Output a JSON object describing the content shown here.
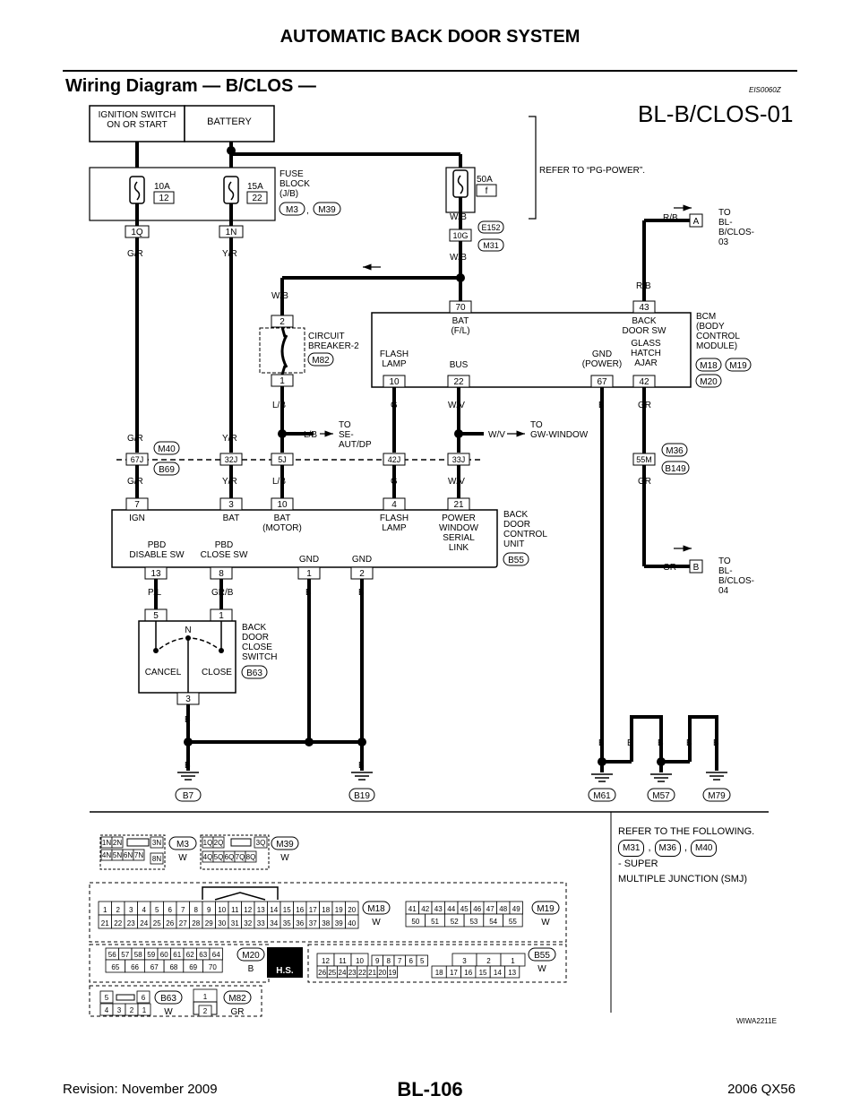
{
  "header": {
    "title": "AUTOMATIC BACK DOOR SYSTEM",
    "section": "Wiring Diagram — B/CLOS —",
    "section_code": "EIS0060Z",
    "diagram_title": "BL-B/CLOS-01"
  },
  "power": {
    "ign_label": "IGNITION SWITCH\nON OR START",
    "battery_label": "BATTERY",
    "fuse1_amp": "10A",
    "fuse1_no": "12",
    "fuse2_amp": "15A",
    "fuse2_no": "22",
    "fuse3_amp": "50A",
    "fuse3_no": "f",
    "fuse_block_label": "FUSE\nBLOCK\n(J/B)",
    "fuse_block_conn1": "M3",
    "fuse_block_conn2": "M39",
    "refer_pg": "REFER TO “PG-POWER”.",
    "term_1q": "1Q",
    "term_1n": "1N",
    "term_10g": "10G",
    "conn_e152": "E152",
    "conn_m31": "M31"
  },
  "wires": {
    "g_r": "G/R",
    "y_r": "Y/R",
    "w_b": "W/B",
    "r_b": "R/B",
    "l_b": "L/B",
    "g": "G",
    "w_v": "W/V",
    "b": "B",
    "gr": "GR",
    "p_l": "P/L",
    "gr_b": "GR/B"
  },
  "bcm": {
    "label": "BCM\n(BODY\nCONTROL\nMODULE)",
    "bat": "BAT\n(F/L)",
    "back_door_sw": "BACK\nDOOR SW",
    "flash_lamp": "FLASH\nLAMP",
    "bus": "BUS",
    "gnd_power": "GND\n(POWER)",
    "glass_hatch": "GLASS\nHATCH\nAJAR",
    "pin70": "70",
    "pin43": "43",
    "pin10": "10",
    "pin22": "22",
    "pin67": "67",
    "pin42": "42",
    "conn_m18": "M18",
    "conn_m19": "M19",
    "conn_m20": "M20"
  },
  "breaker": {
    "label": "CIRCUIT\nBREAKER-2",
    "conn": "M82",
    "pin2": "2",
    "pin1": "1"
  },
  "to_refs": {
    "to_03": "TO\nBL-\nB/CLOS-\n03",
    "a": "A",
    "to_04": "TO\nBL-\nB/CLOS-\n04",
    "b_letter": "B",
    "to_se": "TO\nSE-\nAUT/DP",
    "to_gw": "TO\nGW-WINDOW"
  },
  "junction": {
    "conn_m40": "M40",
    "conn_b69": "B69",
    "j67": "67J",
    "j32": "32J",
    "j5": "5J",
    "j42": "42J",
    "j33": "33J",
    "j55m": "55M",
    "conn_m36": "M36",
    "conn_b149": "B149"
  },
  "bdcu": {
    "label": "BACK\nDOOR\nCONTROL\nUNIT",
    "conn": "B55",
    "pin7": "7",
    "pin3": "3",
    "pin10": "10",
    "pin4": "4",
    "pin21": "21",
    "pin13": "13",
    "pin8": "8",
    "pin1": "1",
    "pin2": "2",
    "ign": "IGN",
    "bat": "BAT",
    "bat_motor": "BAT\n(MOTOR)",
    "flash_lamp": "FLASH\nLAMP",
    "pw_serial": "POWER\nWINDOW\nSERIAL\nLINK",
    "pbd_disable": "PBD\nDISABLE SW",
    "pbd_close": "PBD\nCLOSE SW",
    "gnd1": "GND",
    "gnd2": "GND"
  },
  "close_switch": {
    "label": "BACK\nDOOR\nCLOSE\nSWITCH",
    "conn": "B63",
    "pin5": "5",
    "pin1": "1",
    "pin3": "3",
    "n": "N",
    "cancel": "CANCEL",
    "close": "CLOSE"
  },
  "grounds": {
    "b7": "B7",
    "b19": "B19",
    "m61": "M61",
    "m57": "M57",
    "m79": "M79"
  },
  "connectors": {
    "m3": "M3",
    "m3_color": "W",
    "m39": "M39",
    "m39_color": "W",
    "m18": "M18",
    "m18_color": "W",
    "m19": "M19",
    "m19_color": "W",
    "m20": "M20",
    "m20_color": "B",
    "b55": "B55",
    "b55_color": "W",
    "b63": "B63",
    "b63_color": "W",
    "m82": "M82",
    "m82_color": "GR",
    "hs": "H.S.",
    "m3_pins": [
      "1N",
      "2N",
      "3N",
      "4N",
      "5N",
      "6N",
      "7N",
      "8N"
    ],
    "m39_pins": [
      "1Q",
      "2Q",
      "3Q",
      "4Q",
      "5Q",
      "6Q",
      "7Q",
      "8Q"
    ],
    "m18_row1": [
      "1",
      "2",
      "3",
      "4",
      "5",
      "6",
      "7",
      "8",
      "9",
      "10",
      "11",
      "12",
      "13",
      "14",
      "15",
      "16",
      "17",
      "18",
      "19",
      "20"
    ],
    "m18_row2": [
      "21",
      "22",
      "23",
      "24",
      "25",
      "26",
      "27",
      "28",
      "29",
      "30",
      "31",
      "32",
      "33",
      "34",
      "35",
      "36",
      "37",
      "38",
      "39",
      "40"
    ],
    "m19_row1": [
      "41",
      "42",
      "43",
      "44",
      "45",
      "46",
      "47",
      "48",
      "49"
    ],
    "m19_row2": [
      "50",
      "51",
      "52",
      "53",
      "54",
      "55"
    ],
    "m20_row1": [
      "56",
      "57",
      "58",
      "59",
      "60",
      "61",
      "62",
      "63",
      "64"
    ],
    "m20_row2": [
      "65",
      "66",
      "67",
      "68",
      "69",
      "70"
    ],
    "b55_row1": [
      "12",
      "11",
      "10",
      "9",
      "8",
      "7",
      "6",
      "5",
      "4",
      "3",
      "2",
      "1"
    ],
    "b55_row2": [
      "26",
      "25",
      "24",
      "23",
      "22",
      "21",
      "20",
      "19",
      "18",
      "17",
      "16",
      "15",
      "14",
      "13"
    ],
    "b63_pins": [
      "5",
      "6",
      "4",
      "3",
      "2",
      "1"
    ],
    "m82_pins": [
      "1",
      "2"
    ]
  },
  "refer_following": {
    "line1": "REFER TO THE FOLLOWING.",
    "c1": "M31",
    "c2": "M36",
    "c3": "M40",
    "line2": "- SUPER",
    "line3": "MULTIPLE JUNCTION (SMJ)"
  },
  "image_code": "WIWA2211E",
  "footer": {
    "revision": "Revision: November 2009",
    "page": "BL-106",
    "model": "2006 QX56"
  }
}
